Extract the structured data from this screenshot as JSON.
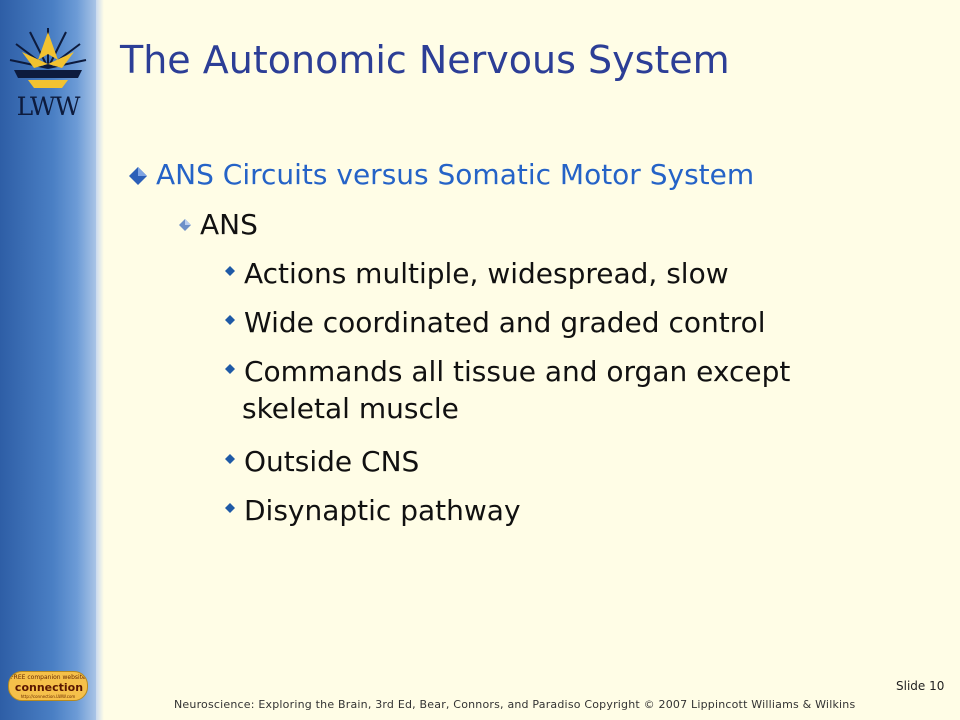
{
  "slide": {
    "title": "The Autonomic Nervous System",
    "bullets": [
      {
        "level": 1,
        "text": "ANS Circuits versus Somatic Motor System"
      },
      {
        "level": 2,
        "text": "ANS"
      },
      {
        "level": 3,
        "text": "Actions multiple, widespread, slow"
      },
      {
        "level": 3,
        "text": "Wide coordinated and graded control"
      },
      {
        "level": 3,
        "text": "Commands all tissue and organ except"
      },
      {
        "level": 3,
        "text": "skeletal muscle",
        "continuation": true
      },
      {
        "level": 3,
        "text": "Outside CNS"
      },
      {
        "level": 3,
        "text": "Disynaptic pathway"
      }
    ],
    "slide_number": "Slide 10",
    "footer": "Neuroscience:  Exploring the Brain,  3rd Ed, Bear,  Connors,  and Paradiso  Copyright © 2007 Lippincott  Williams & Wilkins"
  },
  "branding": {
    "logo_text": "LWW",
    "badge": {
      "top": "FREE companion website",
      "main": "connection",
      "url": "http://connection.LWW.com"
    }
  },
  "colors": {
    "background": "#fffde6",
    "title": "#2c3e96",
    "level1_text": "#2563c7",
    "body_text": "#111111",
    "sidebar": "#4a7fc4",
    "badge": "#f5c04a"
  }
}
